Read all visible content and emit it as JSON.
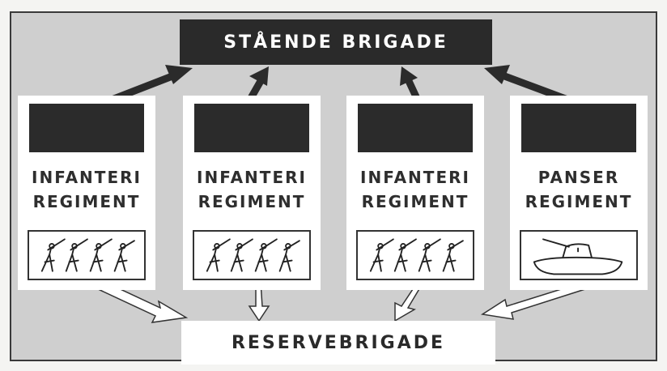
{
  "top_box": {
    "label": "STÅENDE BRIGADE"
  },
  "bottom_box": {
    "label": "RESERVEBRIGADE"
  },
  "regiments": [
    {
      "line1": "INFANTERI",
      "line2": "REGIMENT",
      "icon": "soldiers-icon"
    },
    {
      "line1": "INFANTERI",
      "line2": "REGIMENT",
      "icon": "soldiers-icon"
    },
    {
      "line1": "INFANTERI",
      "line2": "REGIMENT",
      "icon": "soldiers-icon"
    },
    {
      "line1": "PANSER",
      "line2": "REGIMENT",
      "icon": "tank-icon"
    }
  ],
  "colors": {
    "background": "#cfcfcf",
    "dark": "#2a2a2a",
    "light": "#ffffff"
  }
}
